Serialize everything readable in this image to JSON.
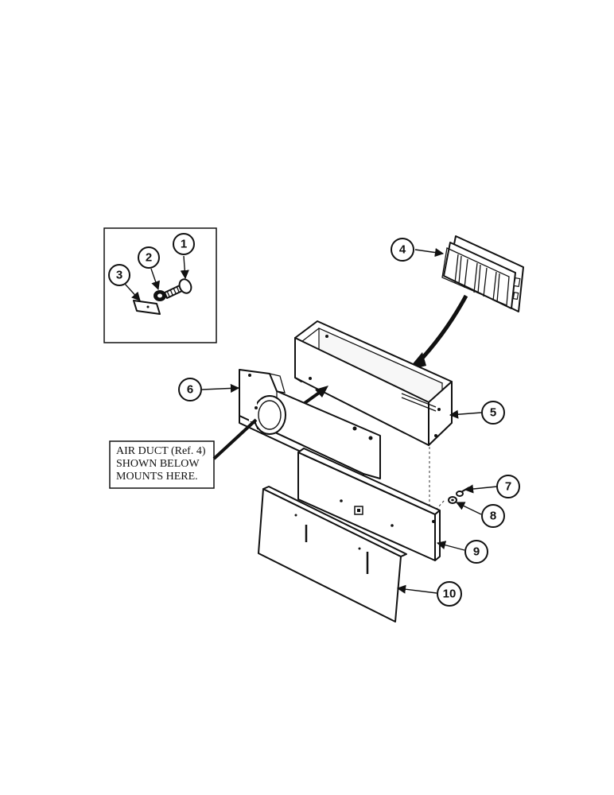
{
  "callouts": {
    "c1": "1",
    "c2": "2",
    "c3": "3",
    "c4": "4",
    "c5": "5",
    "c6": "6",
    "c7": "7",
    "c8": "8",
    "c9": "9",
    "c10": "10"
  },
  "note": {
    "line1": "AIR DUCT (Ref. 4)",
    "line2": "SHOWN BELOW",
    "line3": "MOUNTS HERE."
  }
}
